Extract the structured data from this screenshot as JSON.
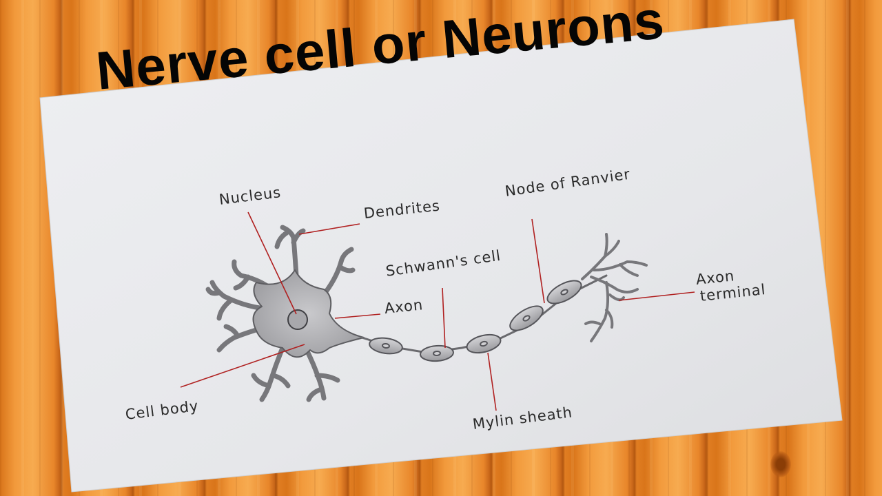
{
  "title": "Nerve cell or Neurons",
  "labels": {
    "nucleus": "Nucleus",
    "dendrites": "Dendrites",
    "node_of_ranvier": "Node of Ranvier",
    "schwanns_cell": "Schwann's cell",
    "axon": "Axon",
    "axon_terminal_1": "Axon",
    "axon_terminal_2": "terminal",
    "cell_body": "Cell body",
    "mylin_sheath": "Mylin sheath"
  },
  "colors": {
    "paper": "#e9eaee",
    "ink": "#2a2a2a",
    "leader_line": "#b02020",
    "title": "#050505",
    "wood": "#f29a3c"
  }
}
